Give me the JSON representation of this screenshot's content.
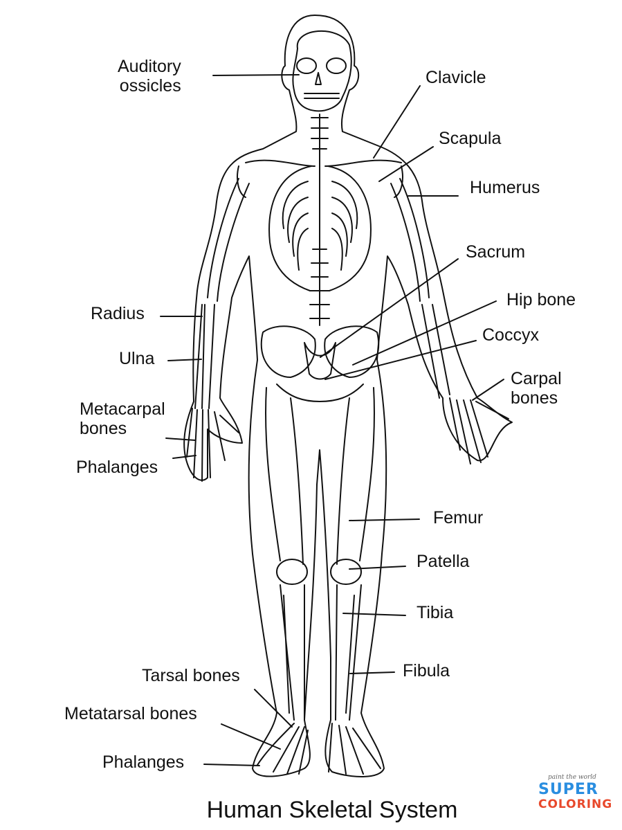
{
  "title": "Human Skeletal System",
  "labels": {
    "auditory_ossicles": [
      "Auditory",
      "ossicles"
    ],
    "clavicle": "Clavicle",
    "scapula": "Scapula",
    "humerus": "Humerus",
    "sacrum": "Sacrum",
    "hip_bone": "Hip bone",
    "coccyx": "Coccyx",
    "carpal_bones": [
      "Carpal",
      "bones"
    ],
    "radius": "Radius",
    "ulna": "Ulna",
    "metacarpal_bones": [
      "Metacarpal",
      "bones"
    ],
    "phalanges_hand": "Phalanges",
    "femur": "Femur",
    "patella": "Patella",
    "tibia": "Tibia",
    "fibula": "Fibula",
    "tarsal_bones": "Tarsal bones",
    "metatarsal_bones": "Metatarsal bones",
    "phalanges_foot": "Phalanges"
  },
  "logo": {
    "tagline": "paint the world",
    "line1": "SUPER",
    "line2": "COLORING"
  },
  "colors": {
    "line": "#111111",
    "background": "#ffffff"
  }
}
